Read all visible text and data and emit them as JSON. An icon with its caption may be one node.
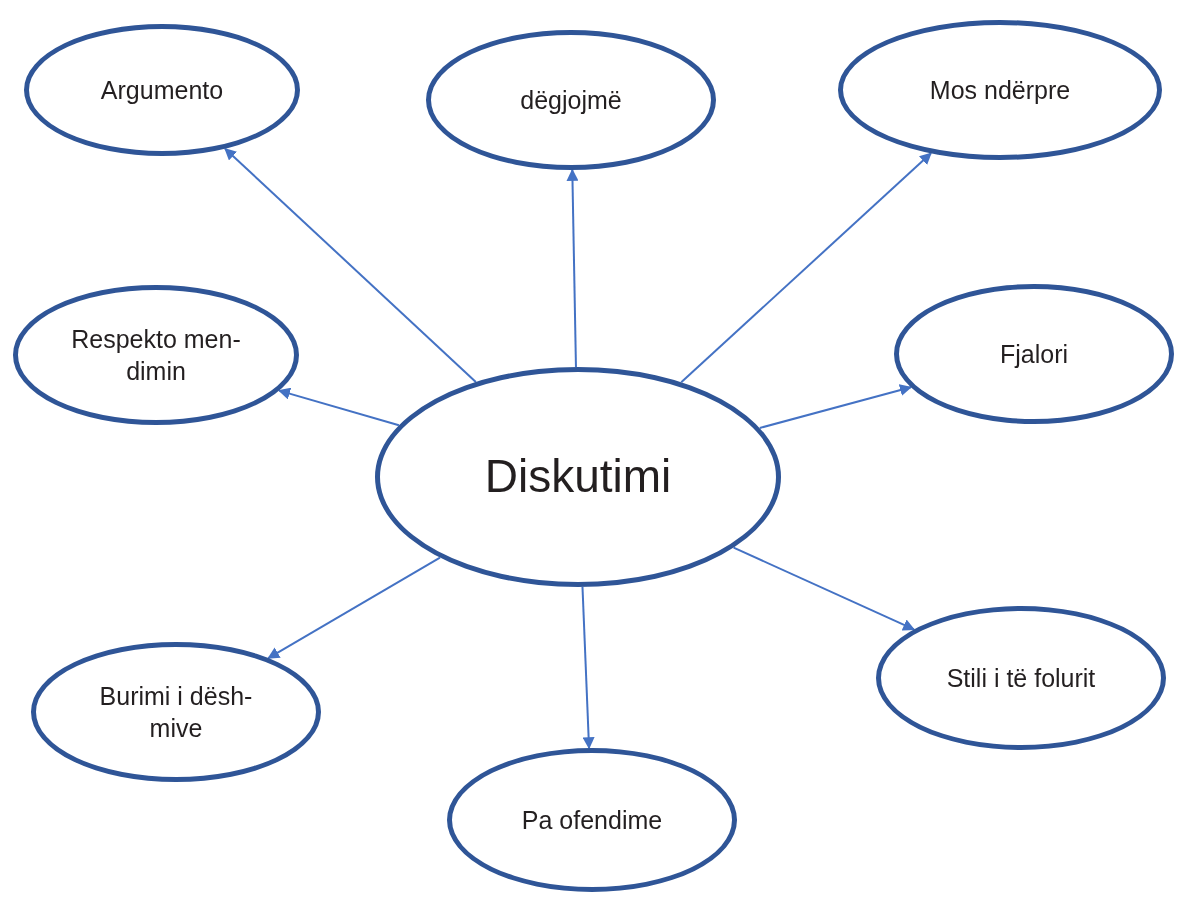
{
  "diagram": {
    "nodes": [
      {
        "text": [
          "Diskutimi"
        ]
      },
      {
        "text": [
          "Argumento"
        ]
      },
      {
        "text": [
          "dëgjojmë"
        ]
      },
      {
        "text": [
          "Mos ndërpre"
        ]
      },
      {
        "text": [
          "Respekto men- dimin"
        ]
      },
      {
        "text": [
          "Fjalori"
        ]
      },
      {
        "text": [
          "Burimi i dësh- mive"
        ]
      },
      {
        "text": [
          "Pa ofendime"
        ]
      },
      {
        "text": [
          "Stili i të folurit"
        ]
      }
    ],
    "edges": [
      {
        "from": 0,
        "to": 1,
        "arrow": "to"
      },
      {
        "from": 0,
        "to": 2,
        "arrow": "to"
      },
      {
        "from": 0,
        "to": 3,
        "arrow": "to"
      },
      {
        "from": 0,
        "to": 4,
        "arrow": "to"
      },
      {
        "from": 0,
        "to": 5,
        "arrow": "to"
      },
      {
        "from": 0,
        "to": 6,
        "arrow": "to"
      },
      {
        "from": 0,
        "to": 7,
        "arrow": "to"
      },
      {
        "from": 0,
        "to": 8,
        "arrow": "to"
      }
    ]
  }
}
